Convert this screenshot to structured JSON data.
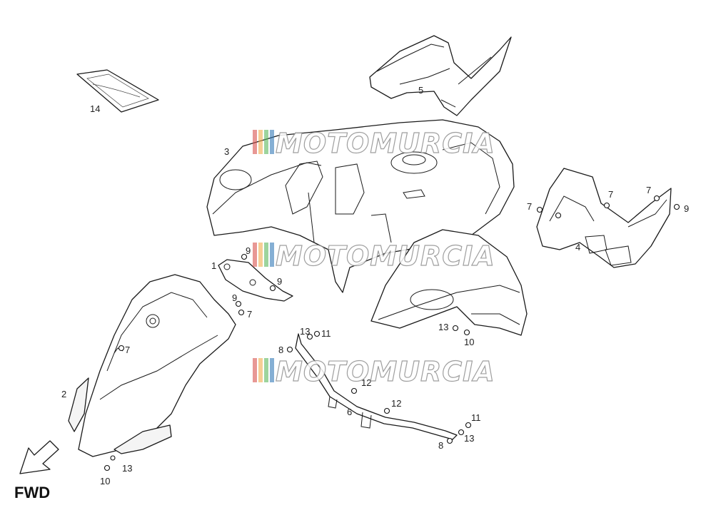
{
  "labels": {
    "l14": "14",
    "l5": "5",
    "l3": "3",
    "l7a": "7",
    "l7b": "7",
    "l7c": "7",
    "l9a": "9",
    "l4": "4",
    "l1": "1",
    "l9b": "9",
    "l9c": "9",
    "l9d": "9",
    "l7d": "7",
    "l13a": "13",
    "l11a": "11",
    "l8a": "8",
    "l13b": "13",
    "l10a": "10",
    "l7e": "7",
    "l2": "2",
    "l12a": "12",
    "l6": "6",
    "l12b": "12",
    "l11b": "11",
    "l8b": "8",
    "l13c": "13",
    "l13d": "13",
    "l10b": "10"
  },
  "direction_label": "FWD",
  "watermark_text": "MOTOMURCIA",
  "watermark_colors": [
    "#d9534f",
    "#f0ad4e",
    "#5cb85c",
    "#337ab7"
  ]
}
